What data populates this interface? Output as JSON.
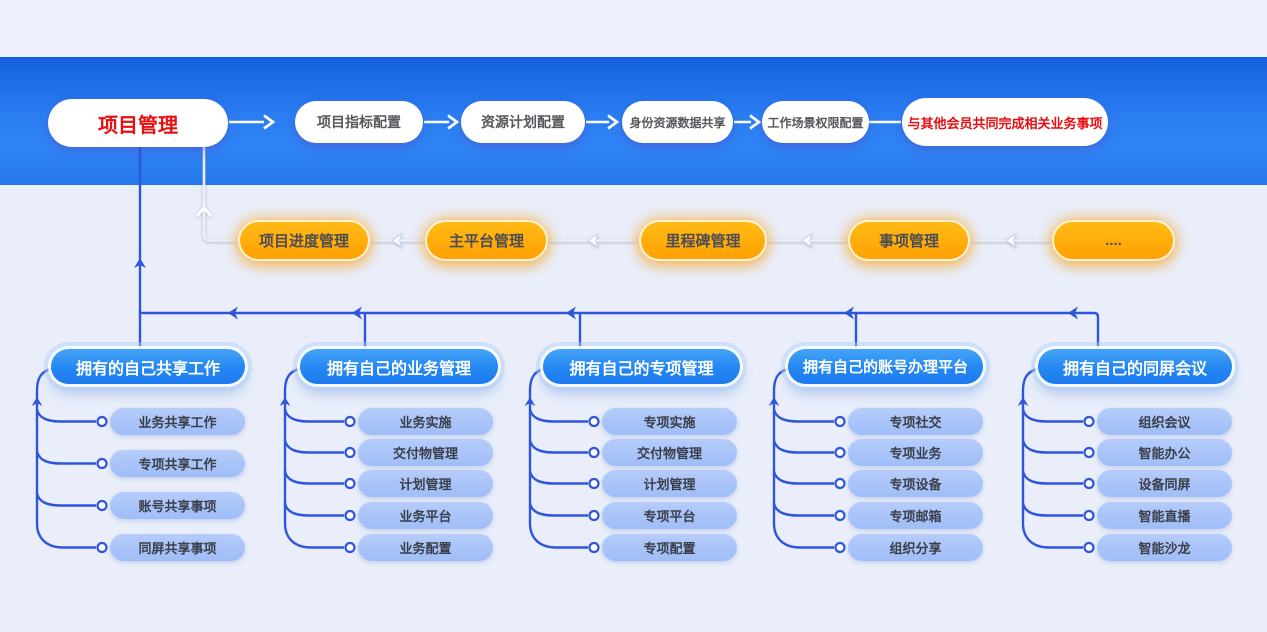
{
  "top_flow": {
    "nodes": [
      {
        "label": "项目管理",
        "emphasis": true
      },
      {
        "label": "项目指标配置",
        "emphasis": false
      },
      {
        "label": "资源计划配置",
        "emphasis": false
      },
      {
        "label": "身份资源数据共享",
        "emphasis": false
      },
      {
        "label": "工作场景权限配置",
        "emphasis": false
      },
      {
        "label": "与其他会员共同完成相关业务事项",
        "emphasis": true
      }
    ]
  },
  "middle_flow": {
    "nodes": [
      {
        "label": "项目进度管理"
      },
      {
        "label": "主平台管理"
      },
      {
        "label": "里程碑管理"
      },
      {
        "label": "事项管理"
      },
      {
        "label": "...."
      }
    ]
  },
  "columns": [
    {
      "header": "拥有的自己共享工作",
      "items": [
        "业务共享工作",
        "专项共享工作",
        "账号共享事项",
        "同屏共享事项"
      ]
    },
    {
      "header": "拥有自己的业务管理",
      "items": [
        "业务实施",
        "交付物管理",
        "计划管理",
        "业务平台",
        "业务配置"
      ]
    },
    {
      "header": "拥有自己的专项管理",
      "items": [
        "专项实施",
        "交付物管理",
        "计划管理",
        "专项平台",
        "专项配置"
      ]
    },
    {
      "header": "拥有自己的账号办理平台",
      "items": [
        "专项社交",
        "专项业务",
        "专项设备",
        "专项邮箱",
        "组织分享"
      ]
    },
    {
      "header": "拥有自己的同屏会议",
      "items": [
        "组织会议",
        "智能办公",
        "设备同屏",
        "智能直播",
        "智能沙龙"
      ]
    }
  ],
  "colors": {
    "banner_blue_top": "#1560dd",
    "banner_blue_bottom": "#2e84f6",
    "emphasis_red": "#e60e11",
    "orange_node": "#ffa905",
    "header_blue": "#2487f2",
    "item_blue": "#a9c4f8",
    "wire_blue": "#2f55dd",
    "wire_gray": "#eceff6"
  }
}
